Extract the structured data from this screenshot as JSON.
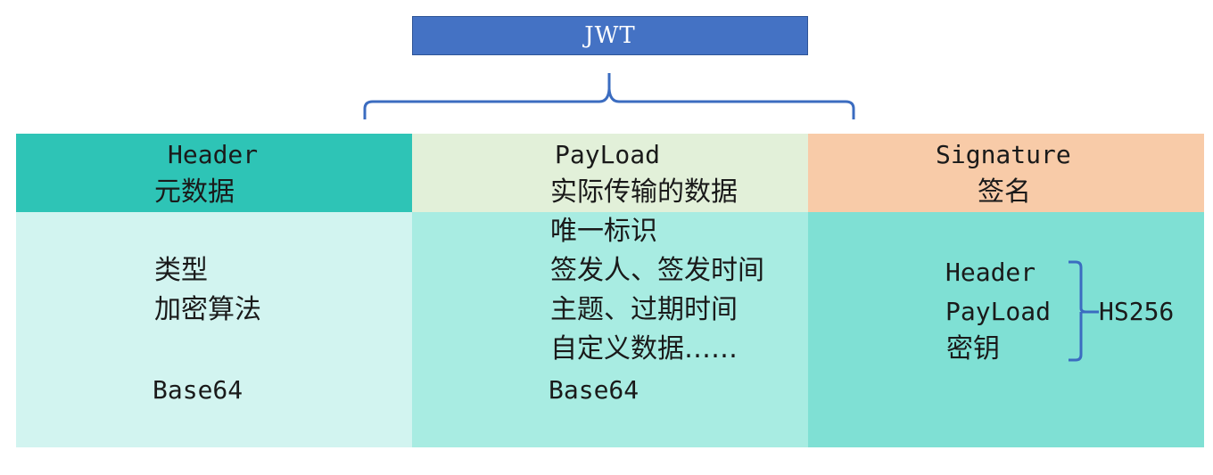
{
  "title": "JWT",
  "colors": {
    "title_box": "#4472c4",
    "brace": "#3b6cc0",
    "header_head": "#2ec4b6",
    "header_body": "#d2f4f0",
    "payload_head": "#e2f0d9",
    "payload_body": "#a8ece2",
    "signature_head": "#f8cba8",
    "signature_body": "#7fe0d4"
  },
  "columns": {
    "header": {
      "name": "Header",
      "subtitle": "元数据",
      "items": [
        "类型",
        "加密算法"
      ],
      "encoding": "Base64"
    },
    "payload": {
      "name": "PayLoad",
      "subtitle": "实际传输的数据",
      "items": [
        "唯一标识",
        "签发人、签发时间",
        "主题、过期时间",
        "自定义数据……"
      ],
      "encoding": "Base64"
    },
    "signature": {
      "name": "Signature",
      "subtitle": "签名",
      "items": [
        "Header",
        "PayLoad",
        "密钥"
      ],
      "algorithm": "HS256"
    }
  }
}
